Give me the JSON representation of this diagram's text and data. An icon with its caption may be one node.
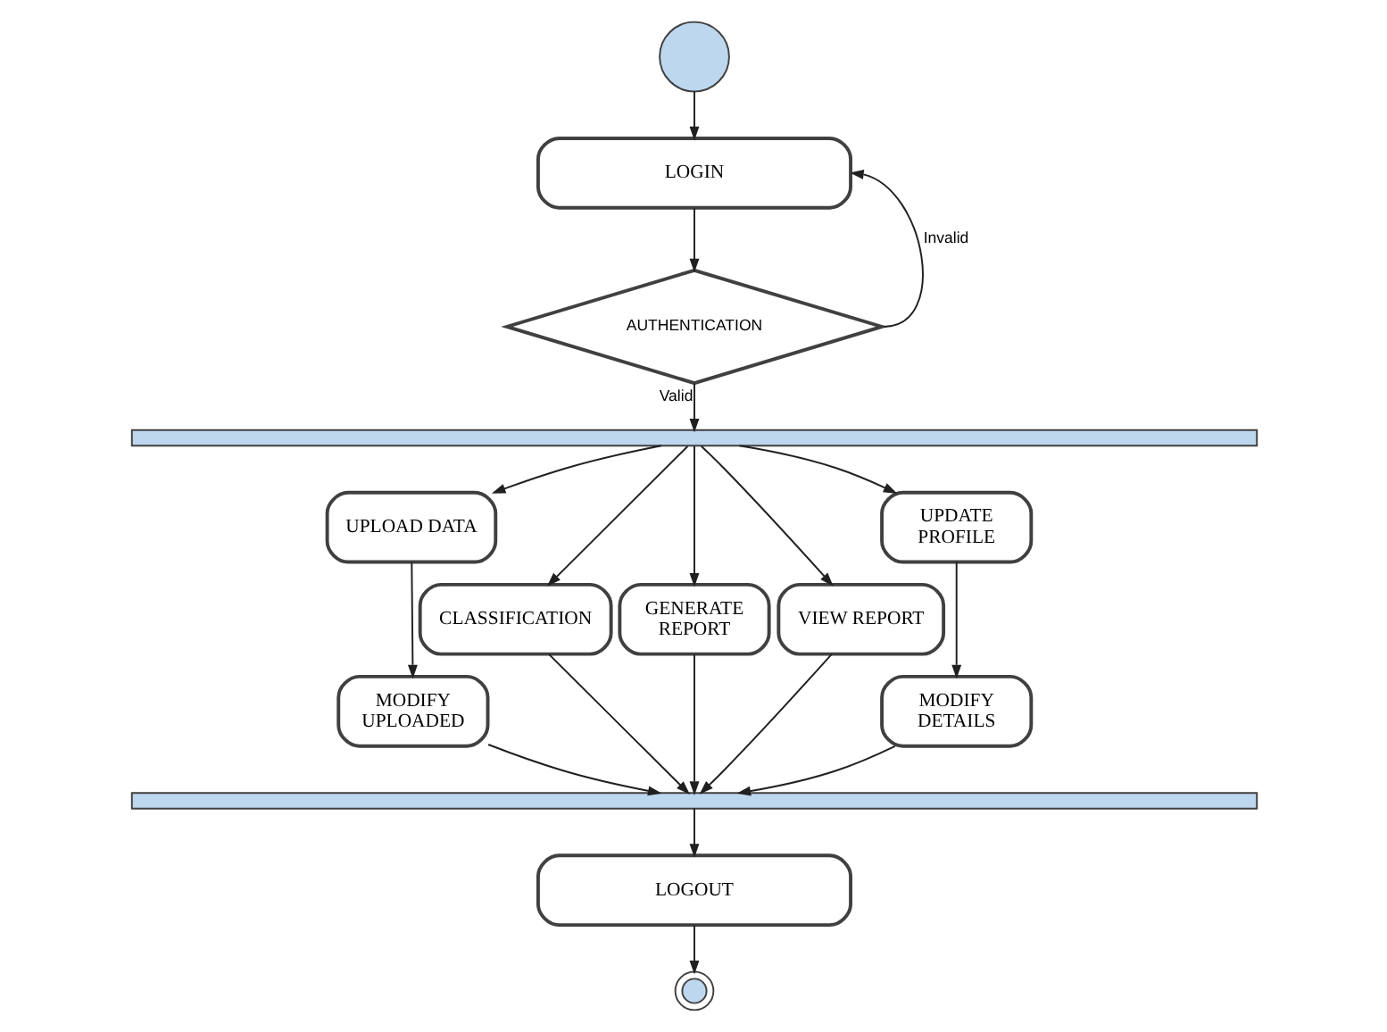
{
  "diagram": {
    "nodes": [
      {
        "text": [],
        "shape": "circle"
      },
      {
        "text": [
          "LOGIN"
        ]
      },
      {
        "text": [
          "AUTHENTICATION"
        ]
      },
      {
        "text": [],
        "shape": "bar"
      },
      {
        "text": [
          "UPLOAD DATA"
        ]
      },
      {
        "text": [
          "CLASSIFICATION"
        ]
      },
      {
        "text": [
          "GENERATE REPORT"
        ]
      },
      {
        "text": [
          "VIEW REPORT"
        ]
      },
      {
        "text": [
          "UPDATE PROFILE"
        ]
      },
      {
        "text": [
          "MODIFY UPLOADED"
        ]
      },
      {
        "text": [
          "MODIFY DETAILS"
        ]
      },
      {
        "text": [],
        "shape": "bar"
      },
      {
        "text": [
          "LOGOUT"
        ]
      },
      {
        "text": [],
        "shape": "circle"
      }
    ],
    "edges": [
      {
        "from": 0,
        "to": 1,
        "arrow": "to"
      },
      {
        "from": 1,
        "to": 2,
        "arrow": "to"
      },
      {
        "from": 2,
        "to": 1,
        "arrow": "to",
        "label": "Invalid"
      },
      {
        "from": 2,
        "to": 3,
        "arrow": "to",
        "label": "Valid"
      },
      {
        "from": 3,
        "to": 4,
        "arrow": "to"
      },
      {
        "from": 3,
        "to": 5,
        "arrow": "to"
      },
      {
        "from": 3,
        "to": 6,
        "arrow": "to"
      },
      {
        "from": 3,
        "to": 7,
        "arrow": "to"
      },
      {
        "from": 3,
        "to": 8,
        "arrow": "to"
      },
      {
        "from": 4,
        "to": 9,
        "arrow": "to"
      },
      {
        "from": 8,
        "to": 10,
        "arrow": "to"
      },
      {
        "from": 9,
        "to": 11,
        "arrow": "to"
      },
      {
        "from": 5,
        "to": 11,
        "arrow": "to"
      },
      {
        "from": 6,
        "to": 11,
        "arrow": "to"
      },
      {
        "from": 7,
        "to": 11,
        "arrow": "to"
      },
      {
        "from": 10,
        "to": 11,
        "arrow": "to"
      },
      {
        "from": 11,
        "to": 12,
        "arrow": "to"
      },
      {
        "from": 12,
        "to": 13,
        "arrow": "to"
      }
    ]
  }
}
